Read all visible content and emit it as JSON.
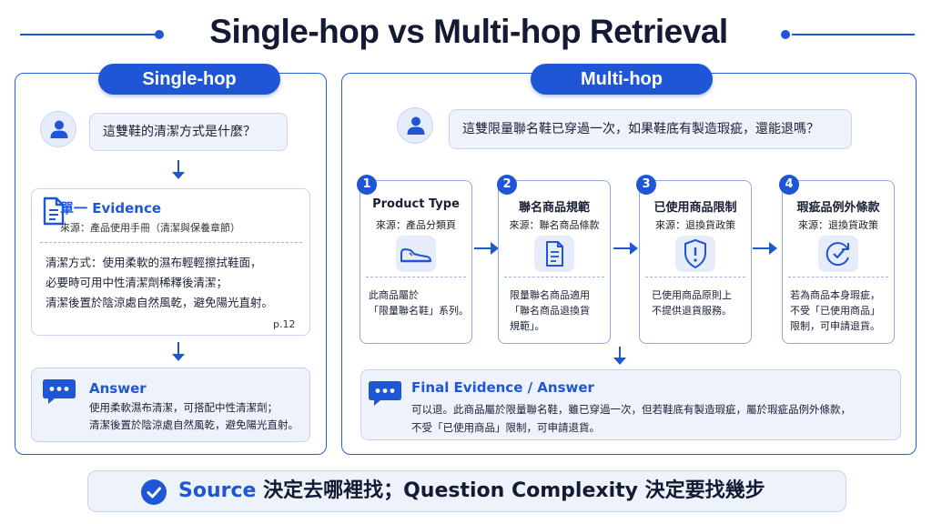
{
  "title": "Single-hop vs Multi-hop Retrieval",
  "single_hop": {
    "label": "Single-hop",
    "question": "這雙鞋的清潔方式是什麼？",
    "evidence": {
      "title": "單一 Evidence",
      "source": "來源：產品使用手冊（清潔與保養章節）",
      "lines": [
        "清潔方式：使用柔軟的濕布輕輕擦拭鞋面，",
        "必要時可用中性清潔劑稀釋後清潔；",
        "清潔後置於陰涼處自然風乾，避免陽光直射。"
      ],
      "page": "p.12"
    },
    "answer": {
      "title": "Answer",
      "lines": [
        "使用柔軟濕布清潔，可搭配中性清潔劑；",
        "清潔後置於陰涼處自然風乾，避免陽光直射。"
      ]
    }
  },
  "multi_hop": {
    "label": "Multi-hop",
    "question": "這雙限量聯名鞋已穿過一次，如果鞋底有製造瑕疵，還能退嗎？",
    "steps": [
      {
        "num": "1",
        "title": "Product Type",
        "source": "來源：產品分類頁",
        "icon": "shoe-icon",
        "lines": [
          "此商品屬於",
          "「限量聯名鞋」系列。"
        ]
      },
      {
        "num": "2",
        "title": "聯名商品規範",
        "source": "來源：聯名商品條款",
        "icon": "document-icon",
        "lines": [
          "限量聯名商品適用",
          "「聯名商品退換貨",
          "規範」。"
        ]
      },
      {
        "num": "3",
        "title": "已使用商品限制",
        "source": "來源：退換貨政策",
        "icon": "shield-alert-icon",
        "lines": [
          "已使用商品原則上",
          "不提供退貨服務。"
        ]
      },
      {
        "num": "4",
        "title": "瑕疵品例外條款",
        "source": "來源：退換貨政策",
        "icon": "refresh-check-icon",
        "lines": [
          "若為商品本身瑕疵，",
          "不受「已使用商品」",
          "限制，可申請退貨。"
        ]
      }
    ],
    "final": {
      "title": "Final Evidence / Answer",
      "lines": [
        "可以退。此商品屬於限量聯名鞋，雖已穿過一次，但若鞋底有製造瑕疵，屬於瑕疵品例外條款，",
        "不受「已使用商品」限制，可申請退貨。"
      ]
    }
  },
  "footer": {
    "part1": "Source",
    "part2": " 決定去哪裡找；",
    "part3": "Question Complexity",
    "part4": " 決定要找幾步"
  },
  "colors": {
    "accent": "#1f56d6",
    "light_bg": "#eef2fb",
    "border": "#c6d3ee"
  }
}
